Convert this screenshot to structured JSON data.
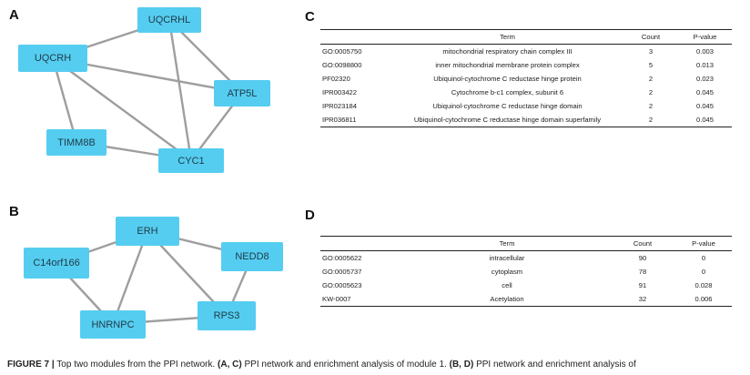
{
  "panels": {
    "a": "A",
    "b": "B",
    "c": "C",
    "d": "D"
  },
  "network_a": {
    "nodes": {
      "uqcrhl": "UQCRHL",
      "uqcrh": "UQCRH",
      "atp5l": "ATP5L",
      "timm8b": "TIMM8B",
      "cyc1": "CYC1"
    },
    "edges": [
      [
        "UQCRHL",
        "UQCRH"
      ],
      [
        "UQCRHL",
        "ATP5L"
      ],
      [
        "UQCRHL",
        "CYC1"
      ],
      [
        "UQCRH",
        "ATP5L"
      ],
      [
        "UQCRH",
        "TIMM8B"
      ],
      [
        "UQCRH",
        "CYC1"
      ],
      [
        "ATP5L",
        "CYC1"
      ],
      [
        "TIMM8B",
        "CYC1"
      ]
    ]
  },
  "network_b": {
    "nodes": {
      "erh": "ERH",
      "c14orf166": "C14orf166",
      "nedd8": "NEDD8",
      "hnrnpc": "HNRNPC",
      "rps3": "RPS3"
    },
    "edges": [
      [
        "ERH",
        "C14orf166"
      ],
      [
        "ERH",
        "NEDD8"
      ],
      [
        "ERH",
        "HNRNPC"
      ],
      [
        "ERH",
        "RPS3"
      ],
      [
        "C14orf166",
        "HNRNPC"
      ],
      [
        "NEDD8",
        "RPS3"
      ],
      [
        "HNRNPC",
        "RPS3"
      ]
    ]
  },
  "table_c": {
    "headers": [
      "",
      "Term",
      "Count",
      "P-value"
    ],
    "rows": [
      [
        "GO:0005750",
        "mitochondrial respiratory chain complex III",
        "3",
        "0.003"
      ],
      [
        "GO:0098800",
        "inner mitochondrial membrane protein complex",
        "5",
        "0.013"
      ],
      [
        "PF02320",
        "Ubiquinol-cytochrome C reductase hinge protein",
        "2",
        "0.023"
      ],
      [
        "IPR003422",
        "Cytochrome b-c1 complex, subunit 6",
        "2",
        "0.045"
      ],
      [
        "IPR023184",
        "Ubiquinol-cytochrome C reductase hinge domain",
        "2",
        "0.045"
      ],
      [
        "IPR036811",
        "Ubiquinol-cytochrome C reductase hinge domain superfamily",
        "2",
        "0.045"
      ]
    ]
  },
  "table_d": {
    "headers": [
      "",
      "Term",
      "Count",
      "P-value"
    ],
    "rows": [
      [
        "GO:0005622",
        "intracellular",
        "90",
        "0"
      ],
      [
        "GO:0005737",
        "cytoplasm",
        "78",
        "0"
      ],
      [
        "GO:0005623",
        "cell",
        "91",
        "0.028"
      ],
      [
        "KW-0007",
        "Acetylation",
        "32",
        "0.006"
      ]
    ]
  },
  "caption": {
    "label": "FIGURE 7 |",
    "t1": " Top two modules from the PPI network. ",
    "b1": "(A, C)",
    "t2": " PPI network and enrichment analysis of module 1. ",
    "b2": "(B, D)",
    "t3": " PPI network and enrichment analysis of"
  },
  "colors": {
    "node_fill": "#55cdf0",
    "edge": "#9e9e9e"
  }
}
